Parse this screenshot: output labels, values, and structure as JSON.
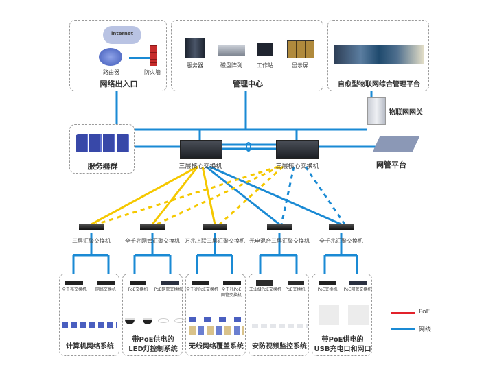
{
  "colors": {
    "network_line": "#1a8ad4",
    "poe_line": "#e2222b",
    "core_link": "#f5c800",
    "accent_blue": "#1a8ad4"
  },
  "top": {
    "internet_entry": {
      "title": "网络出入口",
      "cloud_label": "internet",
      "router_label": "路由器",
      "firewall_label": "防火墙"
    },
    "management_center": {
      "title": "管理中心",
      "items": [
        {
          "label": "服务器"
        },
        {
          "label": "磁盘阵列"
        },
        {
          "label": "工作站"
        },
        {
          "label": "显示屏"
        }
      ]
    },
    "iot_platform": {
      "title": "自愈型物联网综合管理平台"
    }
  },
  "iot_gateway": {
    "label": "物联网网关"
  },
  "server_group": {
    "title": "服务器群"
  },
  "network_mgmt": {
    "title": "网管平台"
  },
  "core_switches": [
    {
      "label": "三层核心交换机"
    },
    {
      "label": "三层核心交换机"
    }
  ],
  "aggregation_switches": [
    {
      "label": "三层汇聚交换机"
    },
    {
      "label": "全千兆网管汇聚交换机"
    },
    {
      "label": "万兆上联三层汇聚交换机"
    },
    {
      "label": "光电混合三层汇聚交换机"
    },
    {
      "label": "全千兆汇聚交换机"
    }
  ],
  "subsystems": [
    {
      "title": [
        "计算机网络系统"
      ],
      "switches": [
        "全千兆交换机",
        "网络交换机"
      ],
      "link": "network"
    },
    {
      "title": [
        "带PoE供电的",
        "LED灯控制系统"
      ],
      "switches": [
        "PoE交换机",
        "PoE网管交换机"
      ],
      "link": "poe"
    },
    {
      "title": [
        "无线网络覆盖系统"
      ],
      "switches": [
        "全千兆PoE交换机",
        "全千兆PoE\n网管交换机"
      ],
      "link": "poe"
    },
    {
      "title": [
        "安防视频监控系统"
      ],
      "switches": [
        "工业级PoE交换机",
        "PoE交换机"
      ],
      "link": "poe"
    },
    {
      "title": [
        "带PoE供电的",
        "USB充电口和网口"
      ],
      "switches": [
        "PoE交换机",
        "PoE网管交换机"
      ],
      "link": "poe"
    }
  ],
  "legend": [
    {
      "label": "PoE",
      "type": "poe"
    },
    {
      "label": "网线",
      "type": "network"
    }
  ]
}
